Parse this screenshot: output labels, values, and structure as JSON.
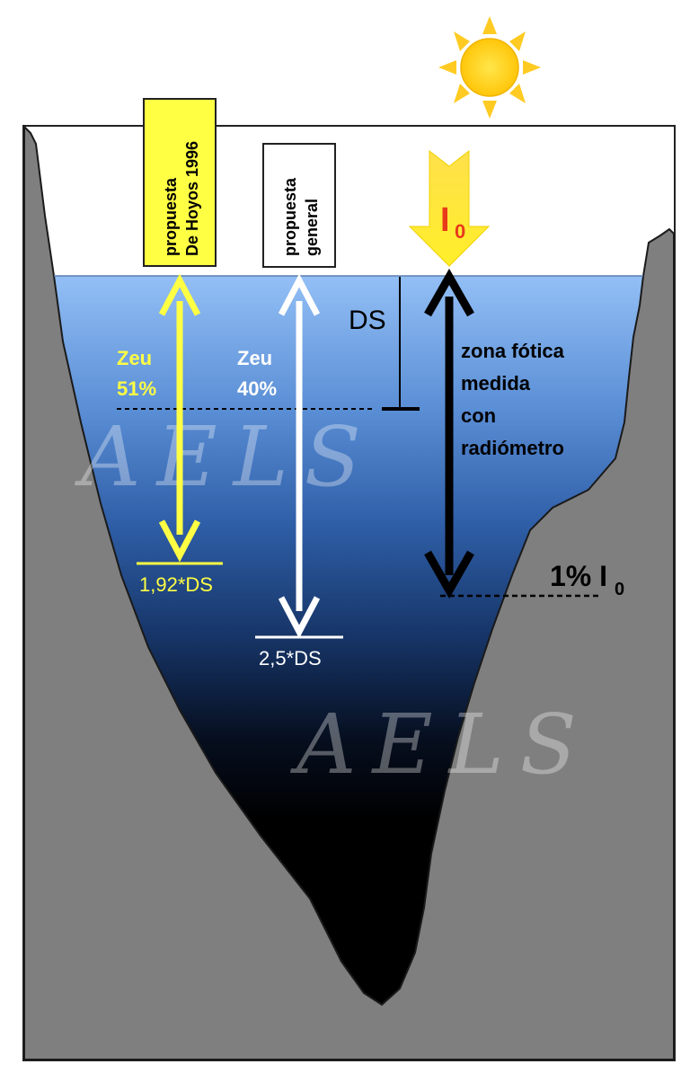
{
  "labels": {
    "proposal_dehoyos_line1": "propuesta",
    "proposal_dehoyos_line2": "De Hoyos 1996",
    "proposal_general_line1": "propuesta",
    "proposal_general_line2": "general",
    "zeu_yellow": "Zeu",
    "zeu_yellow_pct": "51%",
    "zeu_white": "Zeu",
    "zeu_white_pct": "40%",
    "ds": "DS",
    "depth_yellow": "1,92*DS",
    "depth_white": "2,5*DS",
    "photic_line1": "zona fótica",
    "photic_line2": "medida",
    "photic_line3": "con",
    "photic_line4": "radiómetro",
    "one_pct": "1% I",
    "one_pct_sub": "0",
    "io_main": "I",
    "io_sub": "0",
    "watermark_top": "AELS",
    "watermark_bottom": "AELS"
  },
  "colors": {
    "yellow": "#ffff44",
    "white": "#ffffff",
    "black": "#000000",
    "rock": "#7f7f7f",
    "water_top": "#8fbaf2",
    "water_mid": "#3d6fb8",
    "sun": "#ffd21a",
    "io_text": "#e83a1a"
  },
  "icons": {
    "sun": "sun-icon",
    "light": "light-arrow-icon"
  }
}
